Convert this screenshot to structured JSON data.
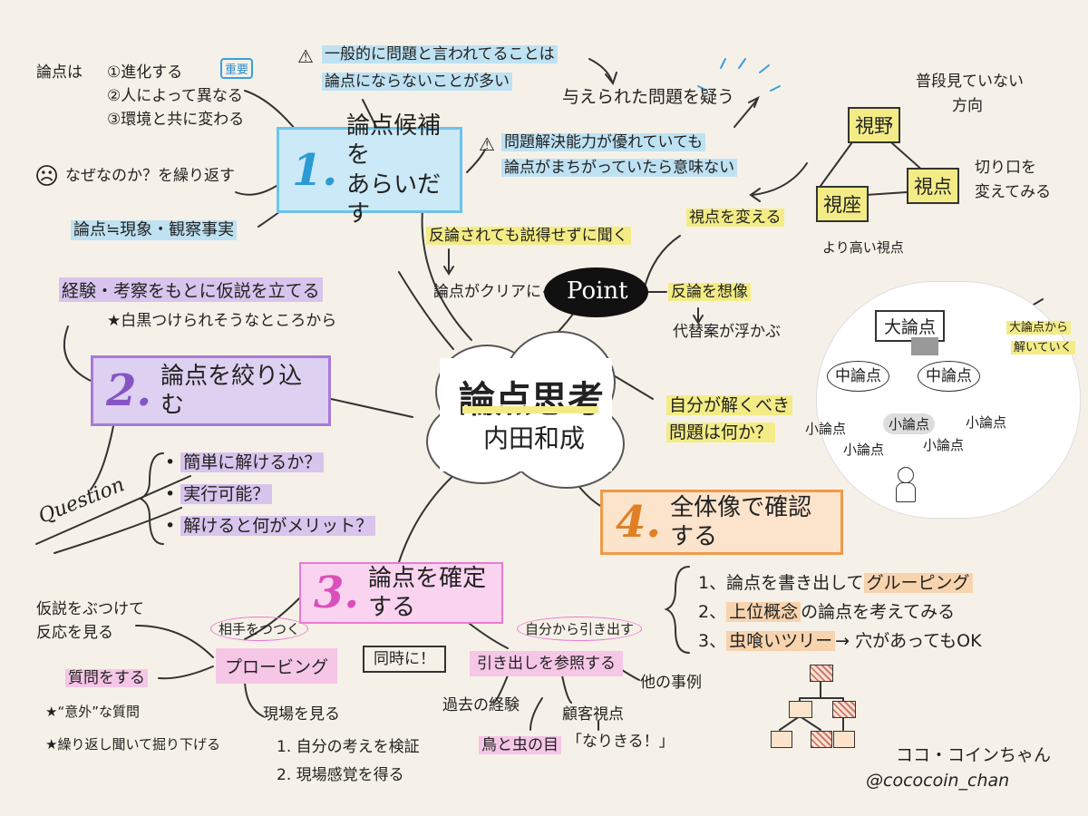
{
  "center": {
    "title": "論点思考",
    "author": "内田和成"
  },
  "branch1": {
    "number": "1.",
    "title_line1": "論点候補を",
    "title_line2": "あらいだす",
    "color": "#6cc3ec",
    "fill": "#cbe9f7",
    "ronten_label": "論点は",
    "ronten_items": [
      "①進化する",
      "②人によって異なる",
      "③環境と共に変わる"
    ],
    "important_badge": "重要",
    "repeat_why": "なぜなのか？を繰り返す",
    "observation": "論点≒現象・観察事実",
    "warning1_line1": "一般的に問題と言われてることは",
    "warning1_line2": "論点にならないことが多い",
    "doubt": "与えられた問題を疑う",
    "warning2_line1": "問題解決能力が優れていても",
    "warning2_line2": "論点がまちがっていたら意味ない",
    "warning_icon": "⚠"
  },
  "perspective": {
    "shiya": "視野",
    "shiza": "視座",
    "shiten": "視点",
    "shiya_note_line1": "普段見ていない",
    "shiya_note_line2": "方向",
    "shiten_note_line1": "切り口を",
    "shiten_note_line2": "変えてみる",
    "shiza_note": "より高い視点"
  },
  "point": {
    "label": "Point",
    "item_change": "視点を変える",
    "item_counter": "反論を想像",
    "item_alt": "代替案が浮かぶ",
    "item_listen": "反論されても説得せずに聞く",
    "item_clear": "論点がクリアに"
  },
  "branch2": {
    "number": "2.",
    "title": "論点を絞り込む",
    "color": "#a77ad8",
    "fill": "#ddd0f0",
    "hypothesis": "経験・考察をもとに仮説を立てる",
    "hypothesis_note": "★白黒つけられそうなところから",
    "question_label": "Question",
    "questions": [
      "簡単に解けるか？",
      "実行可能？",
      "解けると何がメリット？"
    ]
  },
  "self_problem_line1": "自分が解くべき",
  "self_problem_line2": "問題は何か？",
  "tree": {
    "big": "大論点",
    "big_note_line1": "大論点から",
    "big_note_line2": "解いていく",
    "mid": [
      "中論点",
      "中論点"
    ],
    "small": [
      "小論点",
      "小論点",
      "小論点",
      "小論点",
      "小論点"
    ]
  },
  "branch4": {
    "number": "4.",
    "title": "全体像で確認する",
    "color": "#ef9a4a",
    "fill": "#fbe3cc",
    "steps": [
      {
        "num": "1、",
        "pre": "論点を書き出して",
        "hl": "グルーピング",
        "post": ""
      },
      {
        "num": "2、",
        "pre": "",
        "hl": "上位概念",
        "post": "の論点を考えてみる"
      },
      {
        "num": "3、",
        "pre": "",
        "hl": "虫喰いツリー",
        "post": "→ 穴があってもOK"
      }
    ]
  },
  "branch3": {
    "number": "3.",
    "title": "論点を確定する",
    "color": "#e97bd0",
    "fill": "#f9d3ef",
    "probing": "プロービング",
    "probing_badge": "相手をつつく",
    "simultaneous": "同時に！",
    "drawer": "引き出しを参照する",
    "drawer_badge": "自分から引き出す",
    "hypothesis_react_line1": "仮説をぶつけて",
    "hypothesis_react_line2": "反応を見る",
    "ask": "質問をする",
    "ask_note1": "★“意外”な質問",
    "ask_note2": "★繰り返し聞いて掘り下げる",
    "field": "現場を見る",
    "field_items": [
      "1. 自分の考えを検証",
      "2. 現場感覚を得る"
    ],
    "past": "過去の経験",
    "others": "他の事例",
    "customer": "顧客視点",
    "customer_quote": "「なりきる！」",
    "bird_bug": "鳥と虫の目"
  },
  "credit": {
    "name": "ココ・コインちゃん",
    "handle": "@cococoin_chan"
  }
}
